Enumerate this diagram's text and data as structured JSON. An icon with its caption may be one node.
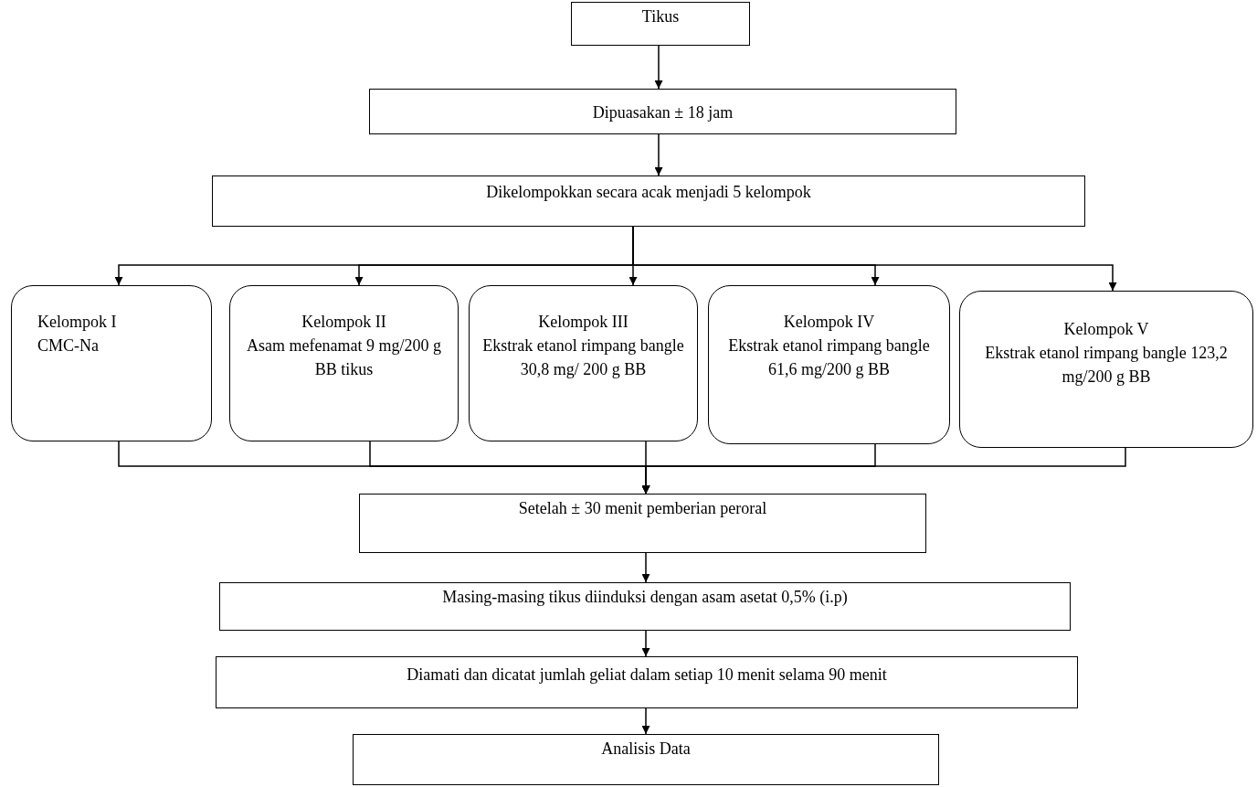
{
  "diagram": {
    "nodes": [
      {
        "text": [
          "Tikus"
        ]
      },
      {
        "text": [
          "Dipuasakan ± 18 jam"
        ]
      },
      {
        "text": [
          "Dikelompokkan secara acak menjadi 5 kelompok"
        ]
      },
      {
        "text": [
          "Kelompok  I",
          "CMC-Na"
        ]
      },
      {
        "text": [
          "Kelompok II",
          "Asam mefenamat 9 mg/200 g BB tikus"
        ]
      },
      {
        "text": [
          "Kelompok  III",
          "Ekstrak  etanol rimpang bangle 30,8 mg/ 200 g BB"
        ]
      },
      {
        "text": [
          "Kelompok IV",
          "Ekstrak etanol rimpang bangle 61,6 mg/200 g BB"
        ]
      },
      {
        "text": [
          "Kelompok V",
          "Ekstrak etanol rimpang bangle 123,2 mg/200 g BB"
        ]
      },
      {
        "text": [
          "Setelah ± 30 menit pemberian peroral"
        ]
      },
      {
        "text": [
          "Masing-masing tikus diinduksi dengan asam asetat 0,5% (i.p)"
        ]
      },
      {
        "text": [
          "Diamati dan dicatat jumlah geliat dalam setiap 10 menit selama 90 menit"
        ]
      },
      {
        "text": [
          "Analisis Data"
        ]
      }
    ],
    "edges": [
      {
        "from": 0,
        "to": 1,
        "arrow": "to"
      },
      {
        "from": 1,
        "to": 2,
        "arrow": "to"
      },
      {
        "from": 2,
        "to": 3,
        "arrow": "to"
      },
      {
        "from": 2,
        "to": 4,
        "arrow": "to"
      },
      {
        "from": 2,
        "to": 5,
        "arrow": "to"
      },
      {
        "from": 2,
        "to": 6,
        "arrow": "to"
      },
      {
        "from": 2,
        "to": 7,
        "arrow": "to"
      },
      {
        "from": 3,
        "to": 8,
        "arrow": "to"
      },
      {
        "from": 4,
        "to": 8,
        "arrow": "to"
      },
      {
        "from": 5,
        "to": 8,
        "arrow": "to"
      },
      {
        "from": 6,
        "to": 8,
        "arrow": "to"
      },
      {
        "from": 7,
        "to": 8,
        "arrow": "to"
      },
      {
        "from": 8,
        "to": 9,
        "arrow": "to"
      },
      {
        "from": 9,
        "to": 10,
        "arrow": "to"
      },
      {
        "from": 10,
        "to": 11,
        "arrow": "to"
      }
    ]
  }
}
